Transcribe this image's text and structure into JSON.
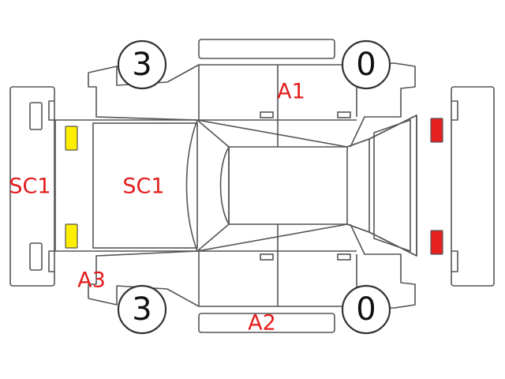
{
  "colors": {
    "line": "#555555",
    "label_red": "#e31c1c",
    "front_light": "#ffee00",
    "rear_light": "#e62020"
  },
  "wheels": {
    "front_left": "3",
    "rear_left": "0",
    "front_right": "3",
    "rear_right": "0"
  },
  "damage_labels": {
    "front_bumper": "SC1",
    "hood": "SC1",
    "top_rear_door": "A1",
    "front_corner": "A3",
    "bottom_rocker": "A2"
  }
}
